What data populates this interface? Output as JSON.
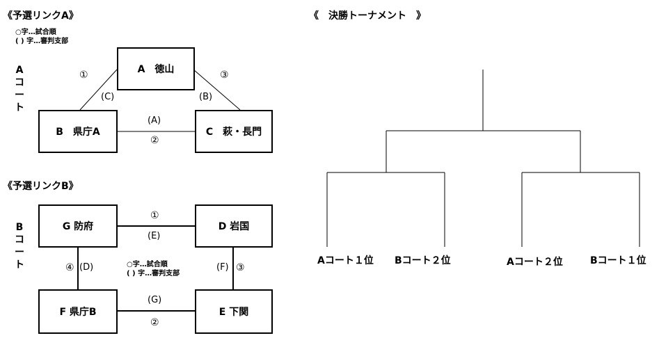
{
  "league_a": {
    "title": "《予選リンクA》",
    "legend_line1": "○字…試合順",
    "legend_line2": "( ) 字…審判支部",
    "court_label": "Aコート",
    "teams": {
      "top": "A　徳山",
      "left": "B　県庁A",
      "right": "C　萩・長門"
    },
    "edges": {
      "top_left": {
        "order": "①",
        "referee": "(C)"
      },
      "top_right": {
        "order": "③",
        "referee": "(B)"
      },
      "bottom": {
        "order": "②",
        "referee": "(A)"
      }
    }
  },
  "league_b": {
    "title": "《予選リンクB》",
    "legend_line1": "○字…試合順",
    "legend_line2": "( ) 字…審判支部",
    "court_label": "Bコート",
    "teams": {
      "top_left": "G 防府",
      "top_right": "D 岩国",
      "bottom_left": "F 県庁B",
      "bottom_right": "E 下関"
    },
    "edges": {
      "top": {
        "order": "①",
        "referee": "(E)"
      },
      "left": {
        "order": "④",
        "referee": "(D)"
      },
      "right": {
        "order": "③",
        "referee": "(F)"
      },
      "bottom": {
        "order": "②",
        "referee": "(G)"
      }
    }
  },
  "final": {
    "title": "《　決勝トーナメント　》",
    "slots": [
      "Aコート１位",
      "Bコート２位",
      "Aコート２位",
      "Bコート１位"
    ]
  }
}
